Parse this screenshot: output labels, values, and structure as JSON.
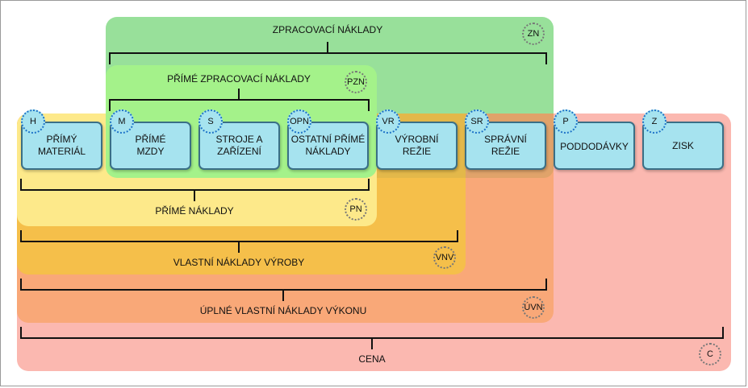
{
  "regions": {
    "cena": {
      "label": "CENA",
      "badge": "C",
      "color": "#fbb8b0"
    },
    "uvn": {
      "label": "ÚPLNÉ VLASTNÍ NÁKLADY VÝKONU",
      "badge": "ÚVN",
      "color": "#f9a878"
    },
    "vnv": {
      "label": "VLASTNÍ NÁKLADY VÝROBY",
      "badge": "VNV",
      "color": "#f5bf4a"
    },
    "zn": {
      "label": "ZPRACOVACÍ NÁKLADY",
      "badge": "ZN",
      "color": "#98e09a"
    },
    "pn": {
      "label": "PŘÍMÉ NÁKLADY",
      "badge": "PN",
      "color": "#fde98a"
    },
    "pzn": {
      "label": "PŘÍMÉ ZPRACOVACÍ NÁKLADY",
      "badge": "PZN",
      "color": "#a4f28a"
    }
  },
  "boxes": [
    {
      "code": "H",
      "label": "PŘÍMÝ\nMATERIÁL"
    },
    {
      "code": "M",
      "label": "PŘÍMÉ\nMZDY"
    },
    {
      "code": "S",
      "label": "STROJE A\nZAŘÍZENÍ"
    },
    {
      "code": "OPN",
      "label": "OSTATNÍ PŘÍMÉ\nNÁKLADY"
    },
    {
      "code": "VR",
      "label": "VÝROBNÍ\nREŽIE"
    },
    {
      "code": "SR",
      "label": "SPRÁVNÍ\nREŽIE"
    },
    {
      "code": "P",
      "label": "PODDODÁVKY"
    },
    {
      "code": "Z",
      "label": "ZISK"
    }
  ]
}
